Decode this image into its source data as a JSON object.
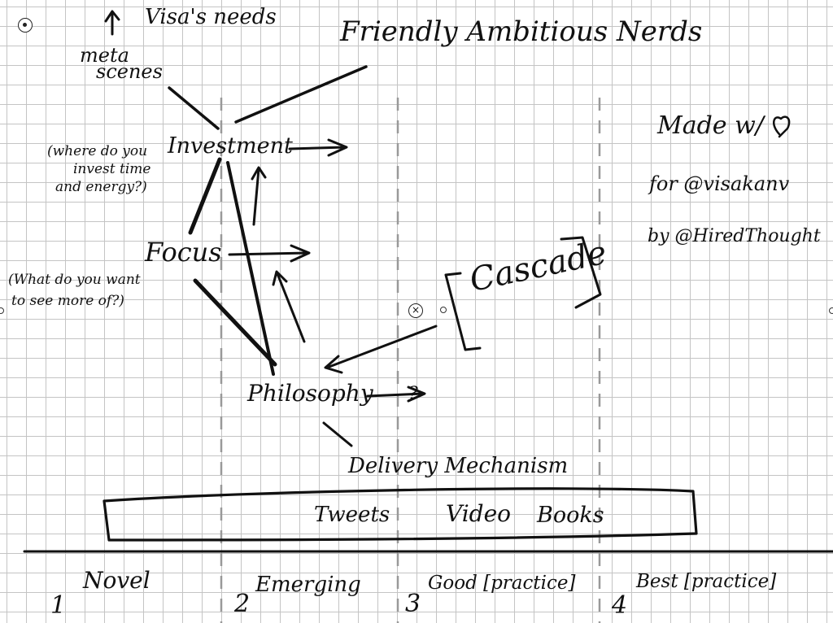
{
  "notes": {
    "visas_needs": "Visa's needs",
    "friendly": "Friendly Ambitious Nerds",
    "meta_line1": "meta",
    "meta_line2": "scenes",
    "investment": "Investment",
    "invest_q_line1": "(where do you",
    "invest_q_line2": "invest time",
    "invest_q_line3": "and energy?)",
    "focus": "Focus",
    "focus_q_line1": "(What do you want",
    "focus_q_line2": "to see more of?)",
    "cascade": "Cascade",
    "philosophy": "Philosophy",
    "question_mark": "?",
    "delivery": "Delivery Mechanism",
    "tweets": "Tweets",
    "video": "Video",
    "books": "Books",
    "made_line1": "Made w/",
    "made_line2": "for @visakanv",
    "made_line3": "by @HiredThought"
  },
  "stages": [
    {
      "number": "1",
      "label": "Novel"
    },
    {
      "number": "2",
      "label": "Emerging"
    },
    {
      "number": "3",
      "label": "Good [practice]"
    },
    {
      "number": "4",
      "label": "Best [practice]"
    }
  ],
  "colors": {
    "ink": "#111111",
    "grid": "#c4c4c4",
    "dashed": "#999999"
  }
}
